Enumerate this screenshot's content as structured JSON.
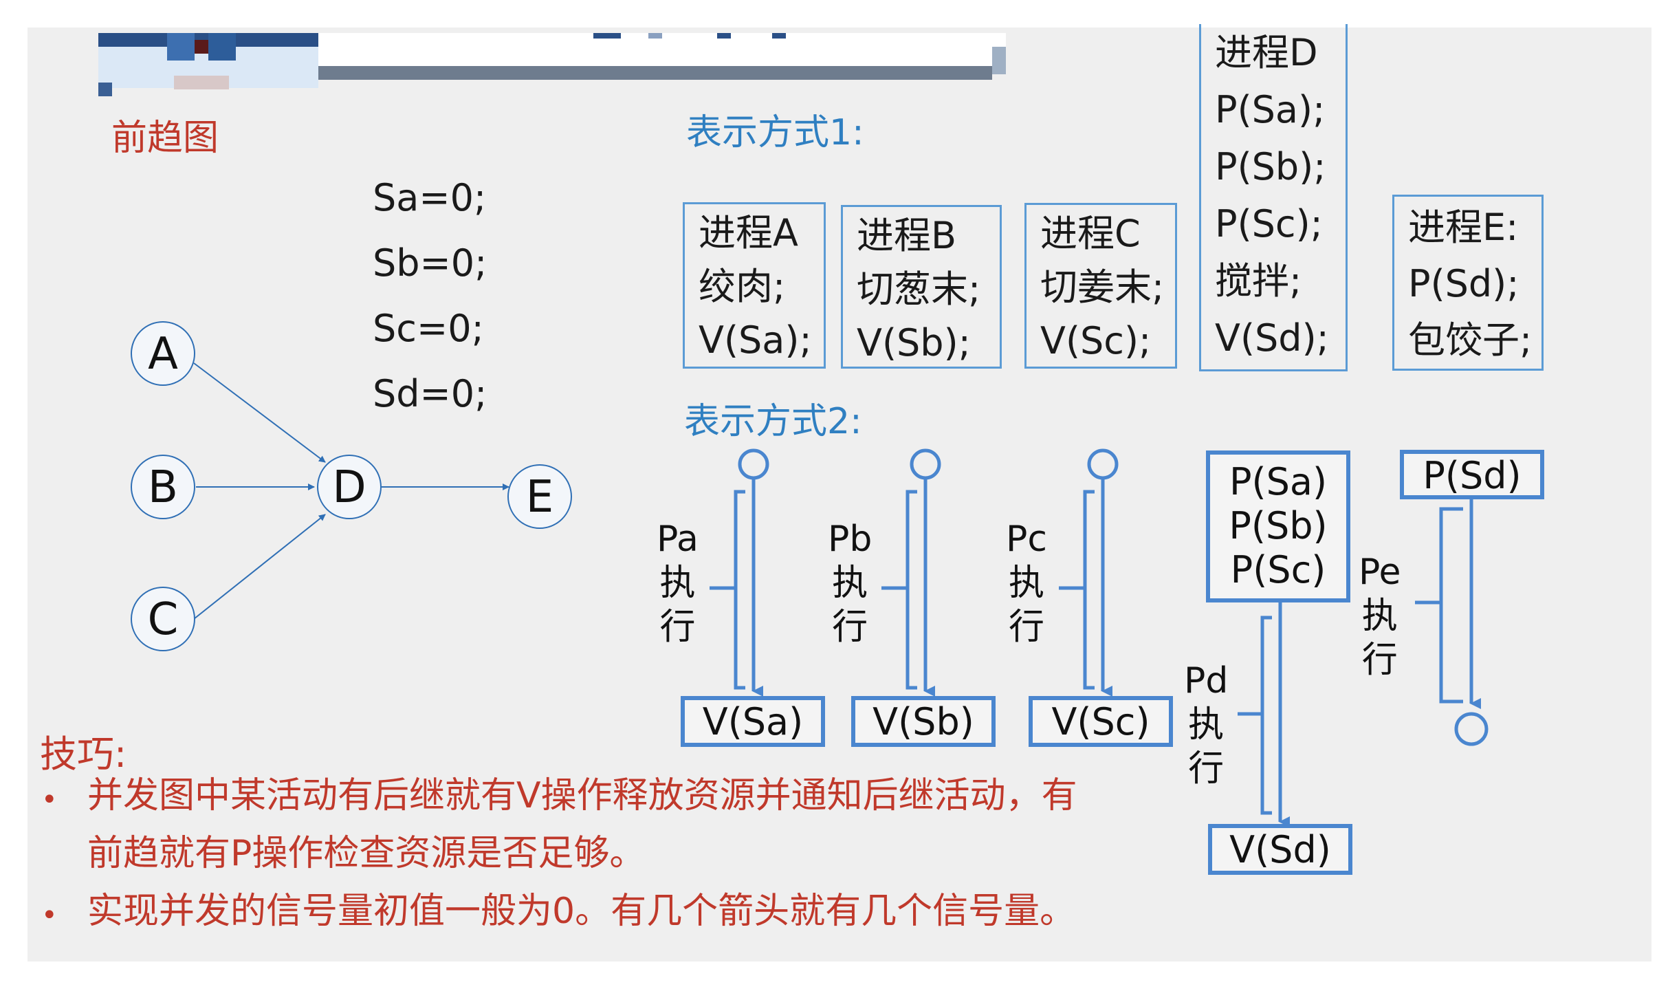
{
  "graph": {
    "title": "前趋图",
    "nodes": [
      "A",
      "B",
      "C",
      "D",
      "E"
    ]
  },
  "semaphores": [
    "Sa=0;",
    "Sb=0;",
    "Sc=0;",
    "Sd=0;"
  ],
  "method1": {
    "title": "表示方式1:",
    "processes": [
      {
        "lines": [
          "进程A",
          "绞肉;",
          "V(Sa);"
        ]
      },
      {
        "lines": [
          "进程B",
          "切葱末;",
          "V(Sb);"
        ]
      },
      {
        "lines": [
          "进程C",
          "切姜末;",
          "V(Sc);"
        ]
      },
      {
        "lines": [
          "进程D",
          "P(Sa);",
          "P(Sb);",
          "P(Sc);",
          "搅拌;",
          "V(Sd);"
        ]
      },
      {
        "lines": [
          "进程E:",
          "P(Sd);",
          "包饺子;"
        ]
      }
    ]
  },
  "method2": {
    "title": "表示方式2:",
    "flows": [
      {
        "label": [
          "Pa",
          "执",
          "行"
        ],
        "end": "V(Sa)"
      },
      {
        "label": [
          "Pb",
          "执",
          "行"
        ],
        "end": "V(Sb)"
      },
      {
        "label": [
          "Pc",
          "执",
          "行"
        ],
        "end": "V(Sc)"
      },
      {
        "label": [
          "Pd",
          "执",
          "行"
        ],
        "start": [
          "P(Sa)",
          "P(Sb)",
          "P(Sc)"
        ],
        "end": "V(Sd)"
      },
      {
        "label": [
          "Pe",
          "执",
          "行"
        ],
        "start": [
          "P(Sd)"
        ]
      }
    ]
  },
  "tips": {
    "title": "技巧:",
    "items": [
      [
        "并发图中某活动有后继就有V操作释放资源并通知后继活动，有",
        "前趋就有P操作检查资源是否足够。"
      ],
      [
        "实现并发的信号量初值一般为0。有几个箭头就有几个信号量。"
      ]
    ]
  },
  "colors": {
    "red": "#c0392b",
    "blue": "#2f7fc1",
    "box_border": "#4a86cf"
  }
}
